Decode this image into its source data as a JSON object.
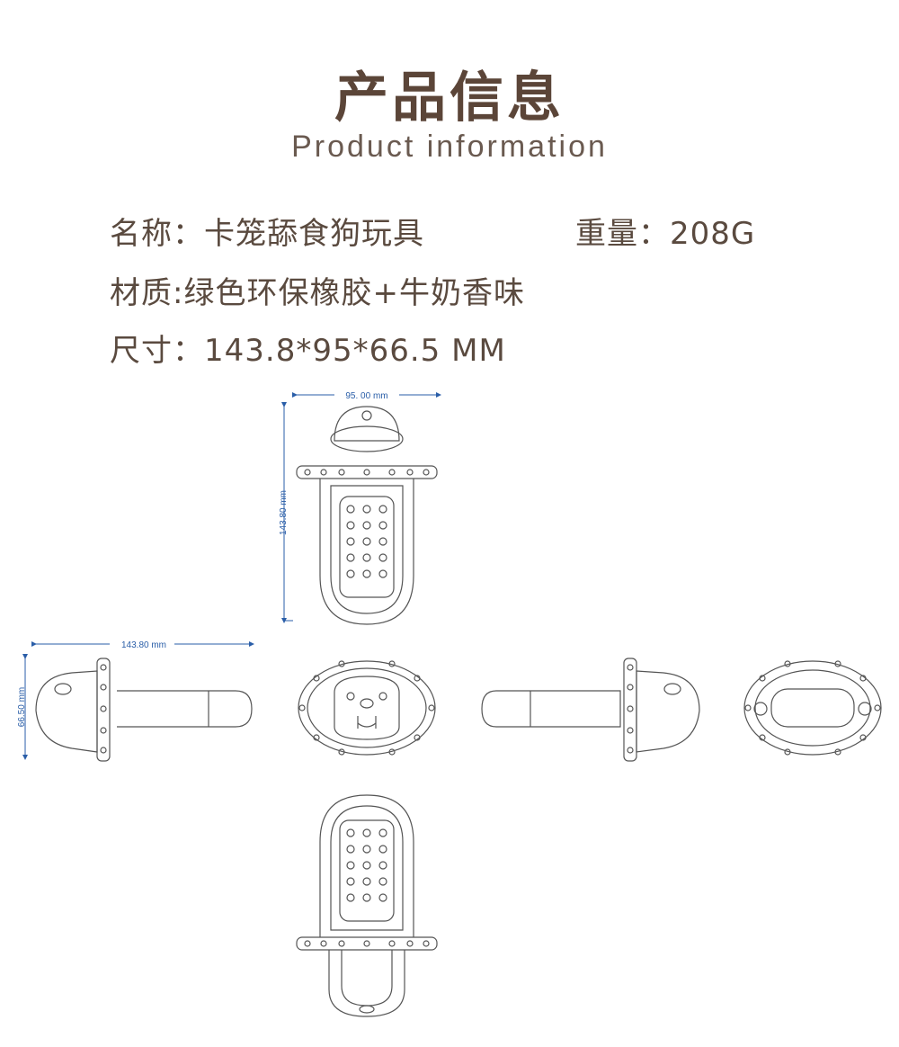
{
  "header": {
    "title_cn": "产品信息",
    "title_en": "Product information"
  },
  "specs": {
    "name": "名称：卡笼舔食狗玩具",
    "weight": "重量：208G",
    "material": "材质:绿色环保橡胶+牛奶香味",
    "size": "尺寸：143.8*95*66.5 MM"
  },
  "dimensions": {
    "width": "95. 00 mm",
    "length_vertical": "143.80 mm",
    "length_horizontal": "143.80 mm",
    "height": "66.50 mm"
  },
  "colors": {
    "dimension_line": "#2a5ea8",
    "text_brown": "#5a4a3f"
  }
}
